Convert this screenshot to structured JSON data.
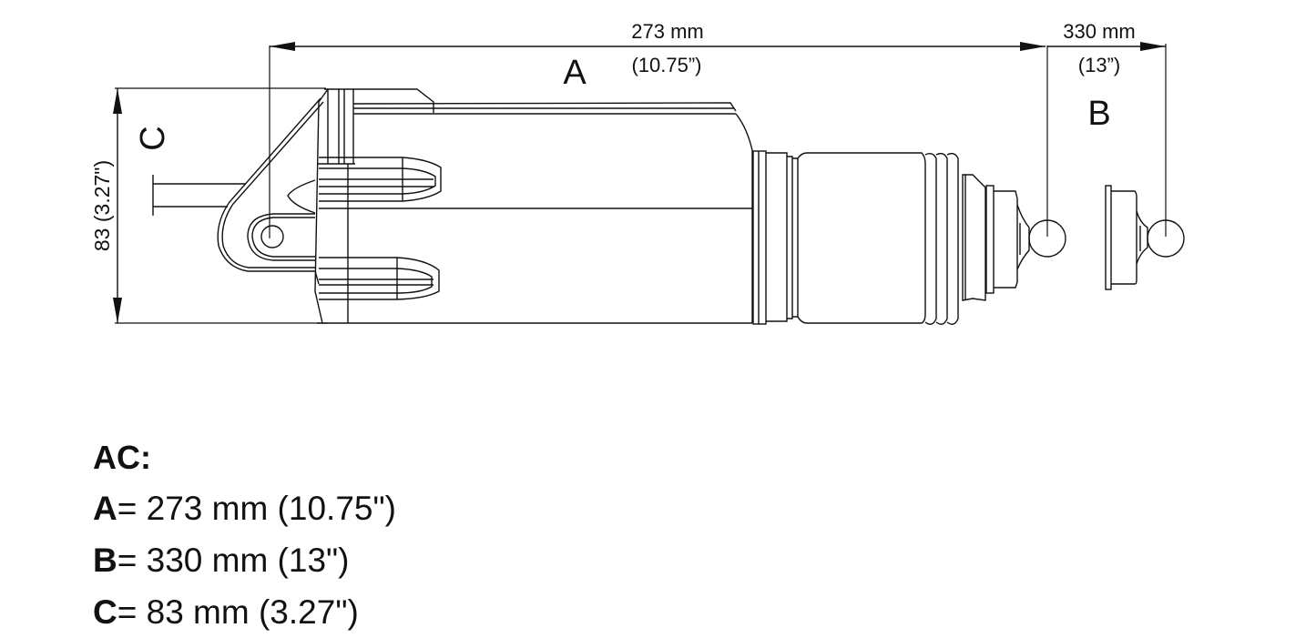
{
  "diagram": {
    "subject": "Linear actuator side view with ball-joint end fitting",
    "dimensions": {
      "A": {
        "letter": "A",
        "mm_label": "273 mm",
        "inch_label": "(10.75”)"
      },
      "B": {
        "letter": "B",
        "mm_label": "330 mm",
        "inch_label": "(13”)"
      },
      "C": {
        "letter": "C",
        "label": "83 (3.27\")"
      }
    },
    "line_color": "#111111",
    "background": "#ffffff"
  },
  "spec": {
    "title": "AC:",
    "rows": [
      {
        "key": "A",
        "eq": "=",
        "value": " 273 mm (10.75\")"
      },
      {
        "key": "B",
        "eq": "=",
        "value": " 330 mm (13\")"
      },
      {
        "key": "C",
        "eq": "=",
        "value": " 83 mm (3.27\")"
      }
    ]
  }
}
